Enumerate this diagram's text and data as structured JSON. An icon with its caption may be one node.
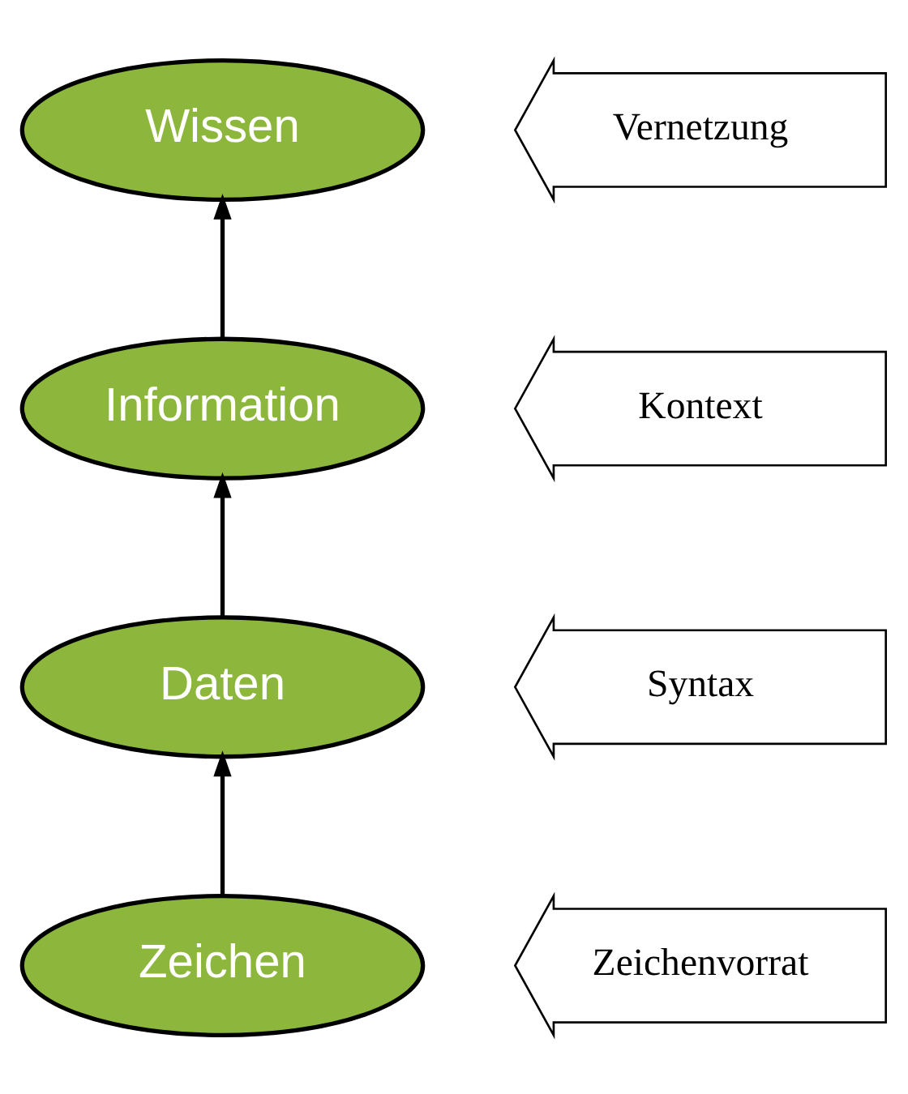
{
  "diagram": {
    "nodes": [
      {
        "text": [
          "Wissen"
        ]
      },
      {
        "text": [
          "Vernetzung"
        ]
      },
      {
        "text": [
          "Information"
        ]
      },
      {
        "text": [
          "Kontext"
        ]
      },
      {
        "text": [
          "Daten"
        ]
      },
      {
        "text": [
          "Syntax"
        ]
      },
      {
        "text": [
          "Zeichen"
        ]
      },
      {
        "text": [
          "Zeichenvorrat"
        ]
      }
    ],
    "edges": [
      {
        "from": 6,
        "to": 4,
        "arrow": "to"
      },
      {
        "from": 4,
        "to": 2,
        "arrow": "to"
      },
      {
        "from": 2,
        "to": 0,
        "arrow": "to"
      }
    ]
  }
}
